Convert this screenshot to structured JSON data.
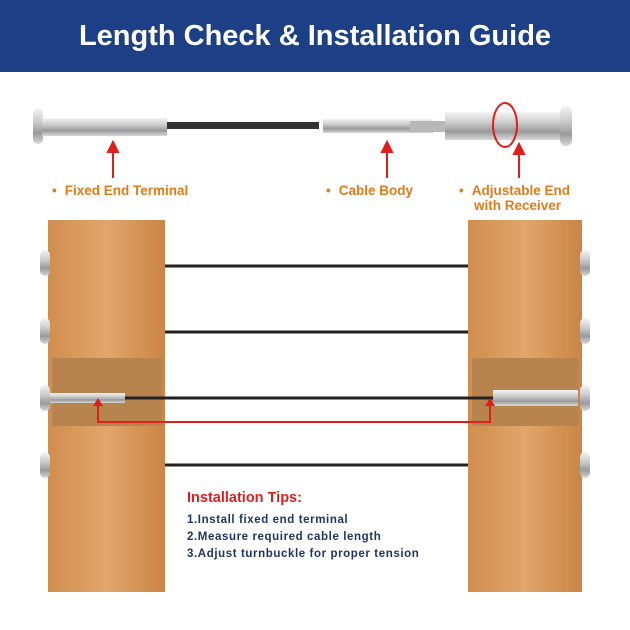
{
  "header": {
    "title": "Length Check & Installation Guide"
  },
  "labels": {
    "fixed_end": "Fixed End Terminal",
    "cable_body": "Cable Body",
    "adjustable_end_line1": "Adjustable End",
    "adjustable_end_line2": "with Receiver",
    "bullet": "•"
  },
  "tips": {
    "title": "Installation Tips:",
    "items": [
      "1.Install fixed end terminal",
      "2.Measure required cable length",
      "3.Adjust turnbuckle for proper tension"
    ]
  },
  "colors": {
    "header": "#1c3f86",
    "label": "#e07b1a",
    "arrow": "#e01e1e",
    "wood": "#d99a5a",
    "tips_text": "#1f3561"
  }
}
